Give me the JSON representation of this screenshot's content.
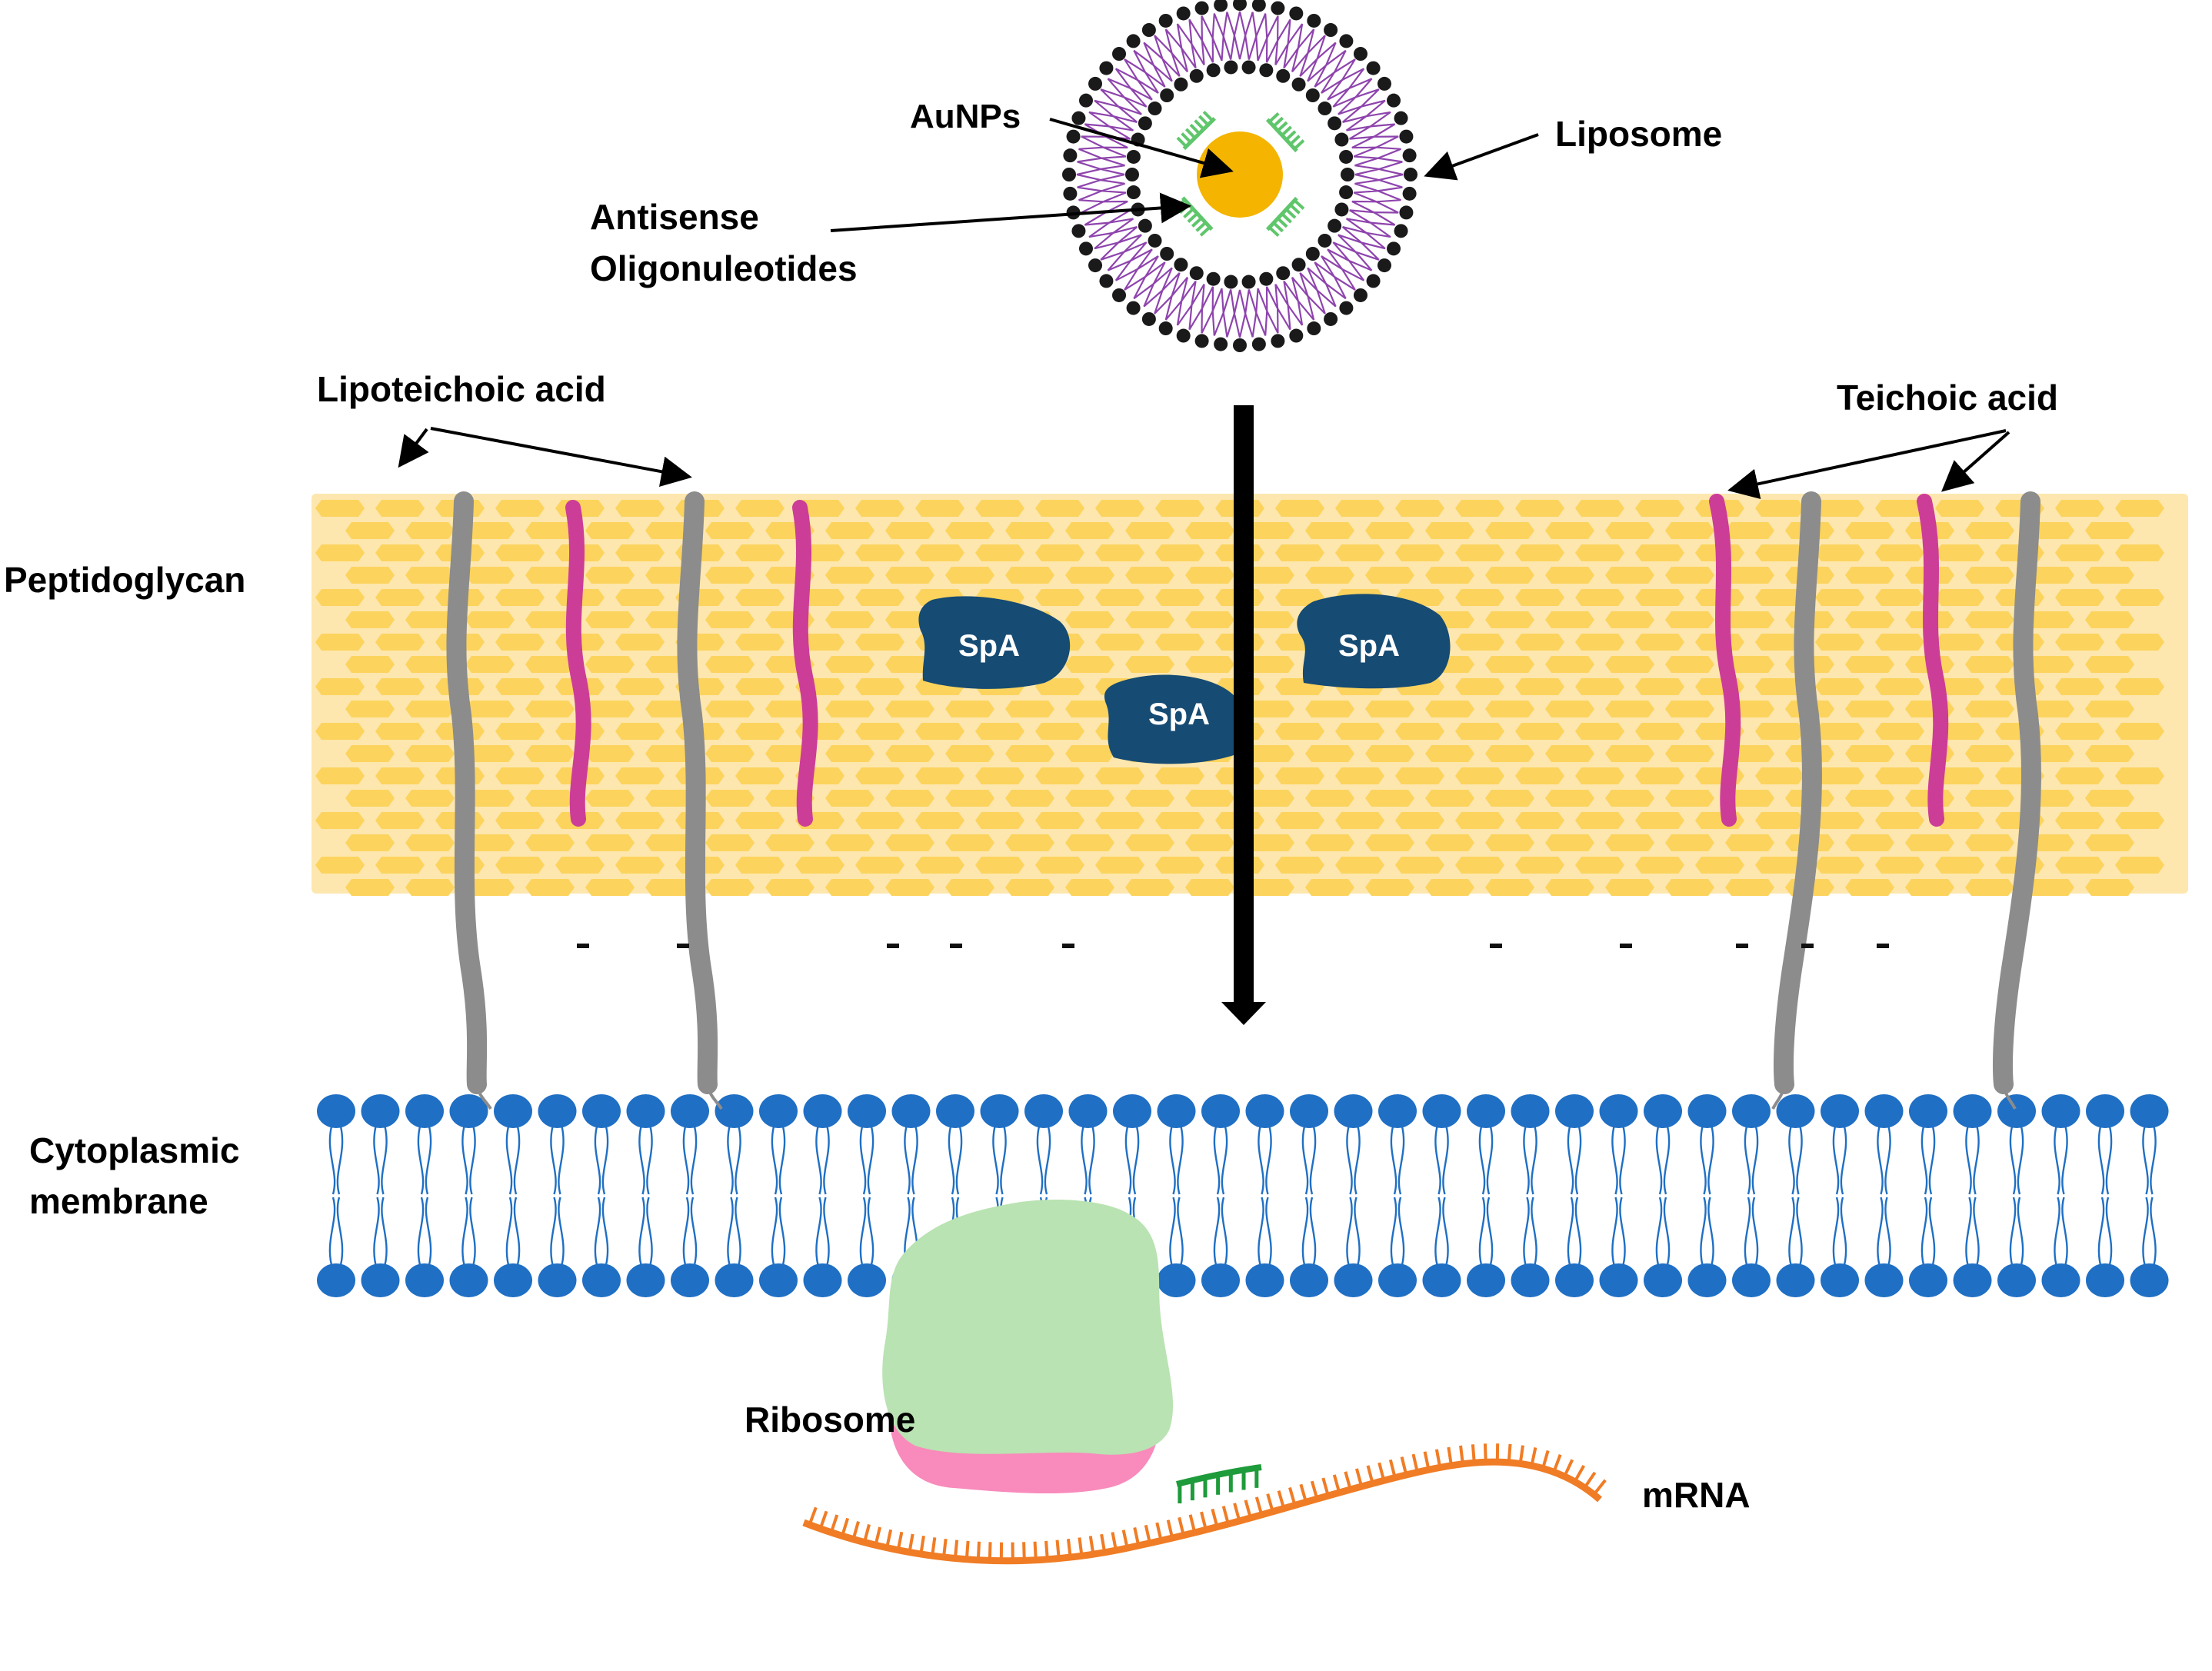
{
  "labels": {
    "aunps": "AuNPs",
    "liposome": "Liposome",
    "antisense_line1": "Antisense",
    "antisense_line2": "Oligonuleotides",
    "lipoteichoic": "Lipoteichoic acid",
    "teichoic": "Teichoic acid",
    "peptidoglycan": "Peptidoglycan",
    "cytoplasmic_line1": "Cytoplasmic",
    "cytoplasmic_line2": "membrane",
    "spa": "SpA",
    "ribosome": "Ribosome",
    "mrna": "mRNA"
  },
  "colors": {
    "peptidoglycan_bg": "#fde7ae",
    "peptidoglycan_cell": "#fcd35d",
    "lipoteichoic": "#8c8c8c",
    "teichoic": "#cc3d98",
    "spa": "#164b73",
    "membrane": "#1f6fc4",
    "liposome_head": "#1a1a1a",
    "liposome_tail": "#8e44ad",
    "gold": "#f4b400",
    "oligo": "#5fc66b",
    "ribosome_large": "#b9e3b2",
    "ribosome_small": "#f88bbb",
    "mrna": "#f07c25",
    "bound_oligo": "#1e9b3a"
  }
}
